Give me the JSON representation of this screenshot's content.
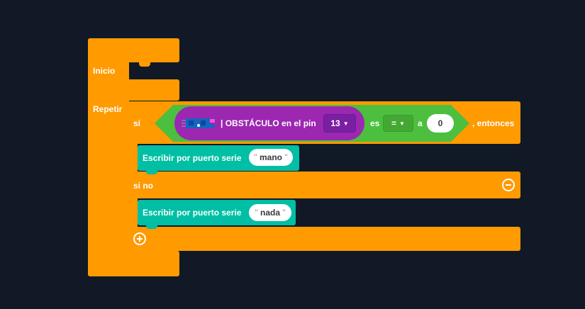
{
  "blocks": {
    "main": {
      "setup_label": "Inicio",
      "loop_label": "Repetir"
    },
    "if_block": {
      "if_label": "si",
      "then_label": ", entonces",
      "else_label": "si no",
      "remove_else_icon": "minus-circle-icon",
      "add_branch_icon": "plus-circle-icon"
    },
    "condition": {
      "sensor_label": "| OBSTÁCULO en el pin",
      "sensor_icon": "obstacle-sensor-icon",
      "pin_value": "13",
      "is_label": "es",
      "operator_value": "=",
      "to_label": "a",
      "compare_value": "0"
    },
    "serial_then": {
      "label": "Escribir por puerto serie",
      "text_value": "mano"
    },
    "serial_else": {
      "label": "Escribir por puerto serie",
      "text_value": "nada"
    }
  },
  "colors": {
    "background": "#111826",
    "control_orange": "#ff9a00",
    "logic_green": "#4cbf3f",
    "sensor_purple": "#9c27b0",
    "serial_teal": "#00bfa5"
  }
}
